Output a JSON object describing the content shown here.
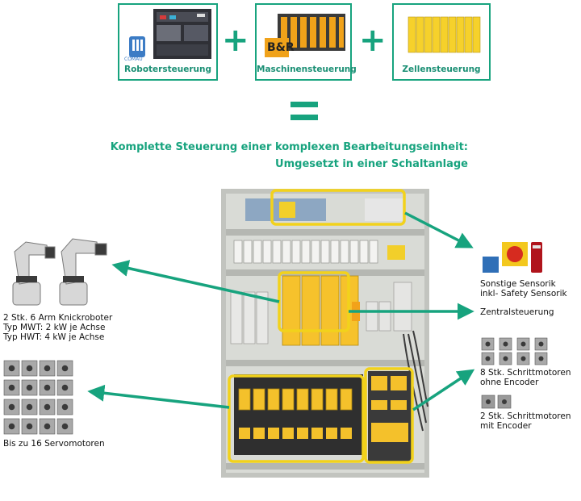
{
  "top_boxes": [
    {
      "label": "Robotersteuerung",
      "logo_text": "COMAU"
    },
    {
      "label": "Maschinensteuerung",
      "logo_text": "B&R"
    },
    {
      "label": "Zellensteuerung"
    }
  ],
  "headline": {
    "line1": "Komplette Steuerung einer komplexen Bearbeitungseinheit:",
    "line2": "Umgesetzt in einer Schaltanlage"
  },
  "left_labels": {
    "robots": [
      "2 Stk. 6 Arm Knickroboter",
      "Typ MWT: 2 kW je Achse",
      "Typ HWT: 4 kW je Achse"
    ],
    "servo": "Bis zu 16 Servomotoren"
  },
  "right_labels": {
    "sensors": [
      "Sonstige Sensorik",
      "inkl- Safety Sensorik"
    ],
    "central": "Zentralsteuerung",
    "steppers_no_encoder": [
      "8 Stk. Schrittmotoren",
      "ohne Encoder"
    ],
    "steppers_encoder": [
      "2 Stk. Schrittmotoren",
      "mit Encoder"
    ]
  },
  "colors": {
    "accent": "#17a37e",
    "highlight": "#f2d21b",
    "module_yellow": "#f6c22c"
  }
}
